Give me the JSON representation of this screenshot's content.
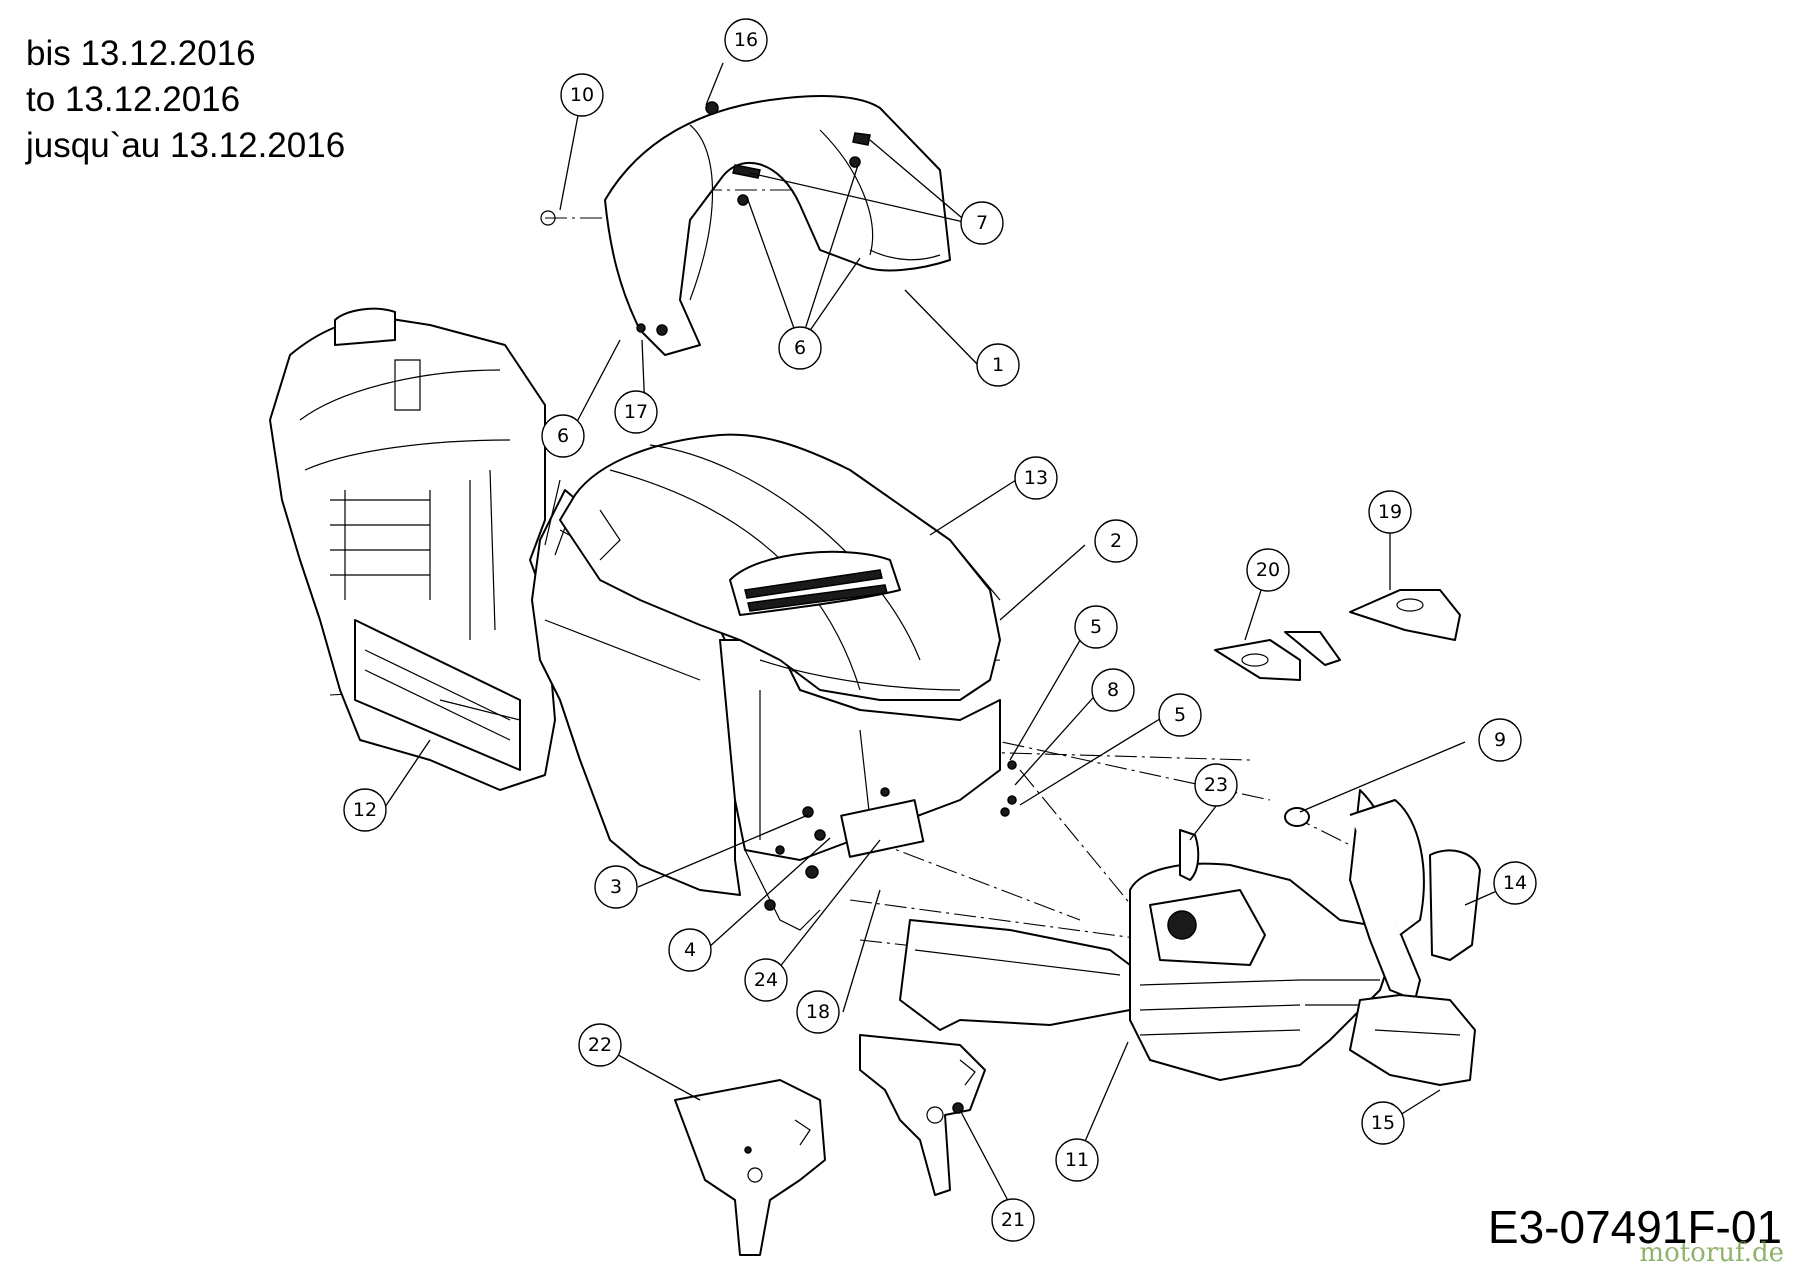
{
  "header": {
    "line_de": "bis 13.12.2016",
    "line_en": "to 13.12.2016",
    "line_fr": "jusqu`au 13.12.2016"
  },
  "diagram_code": "E3-07491F-01",
  "watermark": "motoruf.de",
  "callouts": [
    {
      "id": "c16",
      "label": "16"
    },
    {
      "id": "c10",
      "label": "10"
    },
    {
      "id": "c7",
      "label": "7"
    },
    {
      "id": "c6a",
      "label": "6"
    },
    {
      "id": "c1",
      "label": "1"
    },
    {
      "id": "c17",
      "label": "17"
    },
    {
      "id": "c6b",
      "label": "6"
    },
    {
      "id": "c13",
      "label": "13"
    },
    {
      "id": "c2",
      "label": "2"
    },
    {
      "id": "c19",
      "label": "19"
    },
    {
      "id": "c20",
      "label": "20"
    },
    {
      "id": "c5a",
      "label": "5"
    },
    {
      "id": "c8",
      "label": "8"
    },
    {
      "id": "c5b",
      "label": "5"
    },
    {
      "id": "c9",
      "label": "9"
    },
    {
      "id": "c23",
      "label": "23"
    },
    {
      "id": "c14",
      "label": "14"
    },
    {
      "id": "c12",
      "label": "12"
    },
    {
      "id": "c3",
      "label": "3"
    },
    {
      "id": "c4",
      "label": "4"
    },
    {
      "id": "c24",
      "label": "24"
    },
    {
      "id": "c18",
      "label": "18"
    },
    {
      "id": "c22",
      "label": "22"
    },
    {
      "id": "c11",
      "label": "11"
    },
    {
      "id": "c15",
      "label": "15"
    },
    {
      "id": "c21",
      "label": "21"
    }
  ]
}
